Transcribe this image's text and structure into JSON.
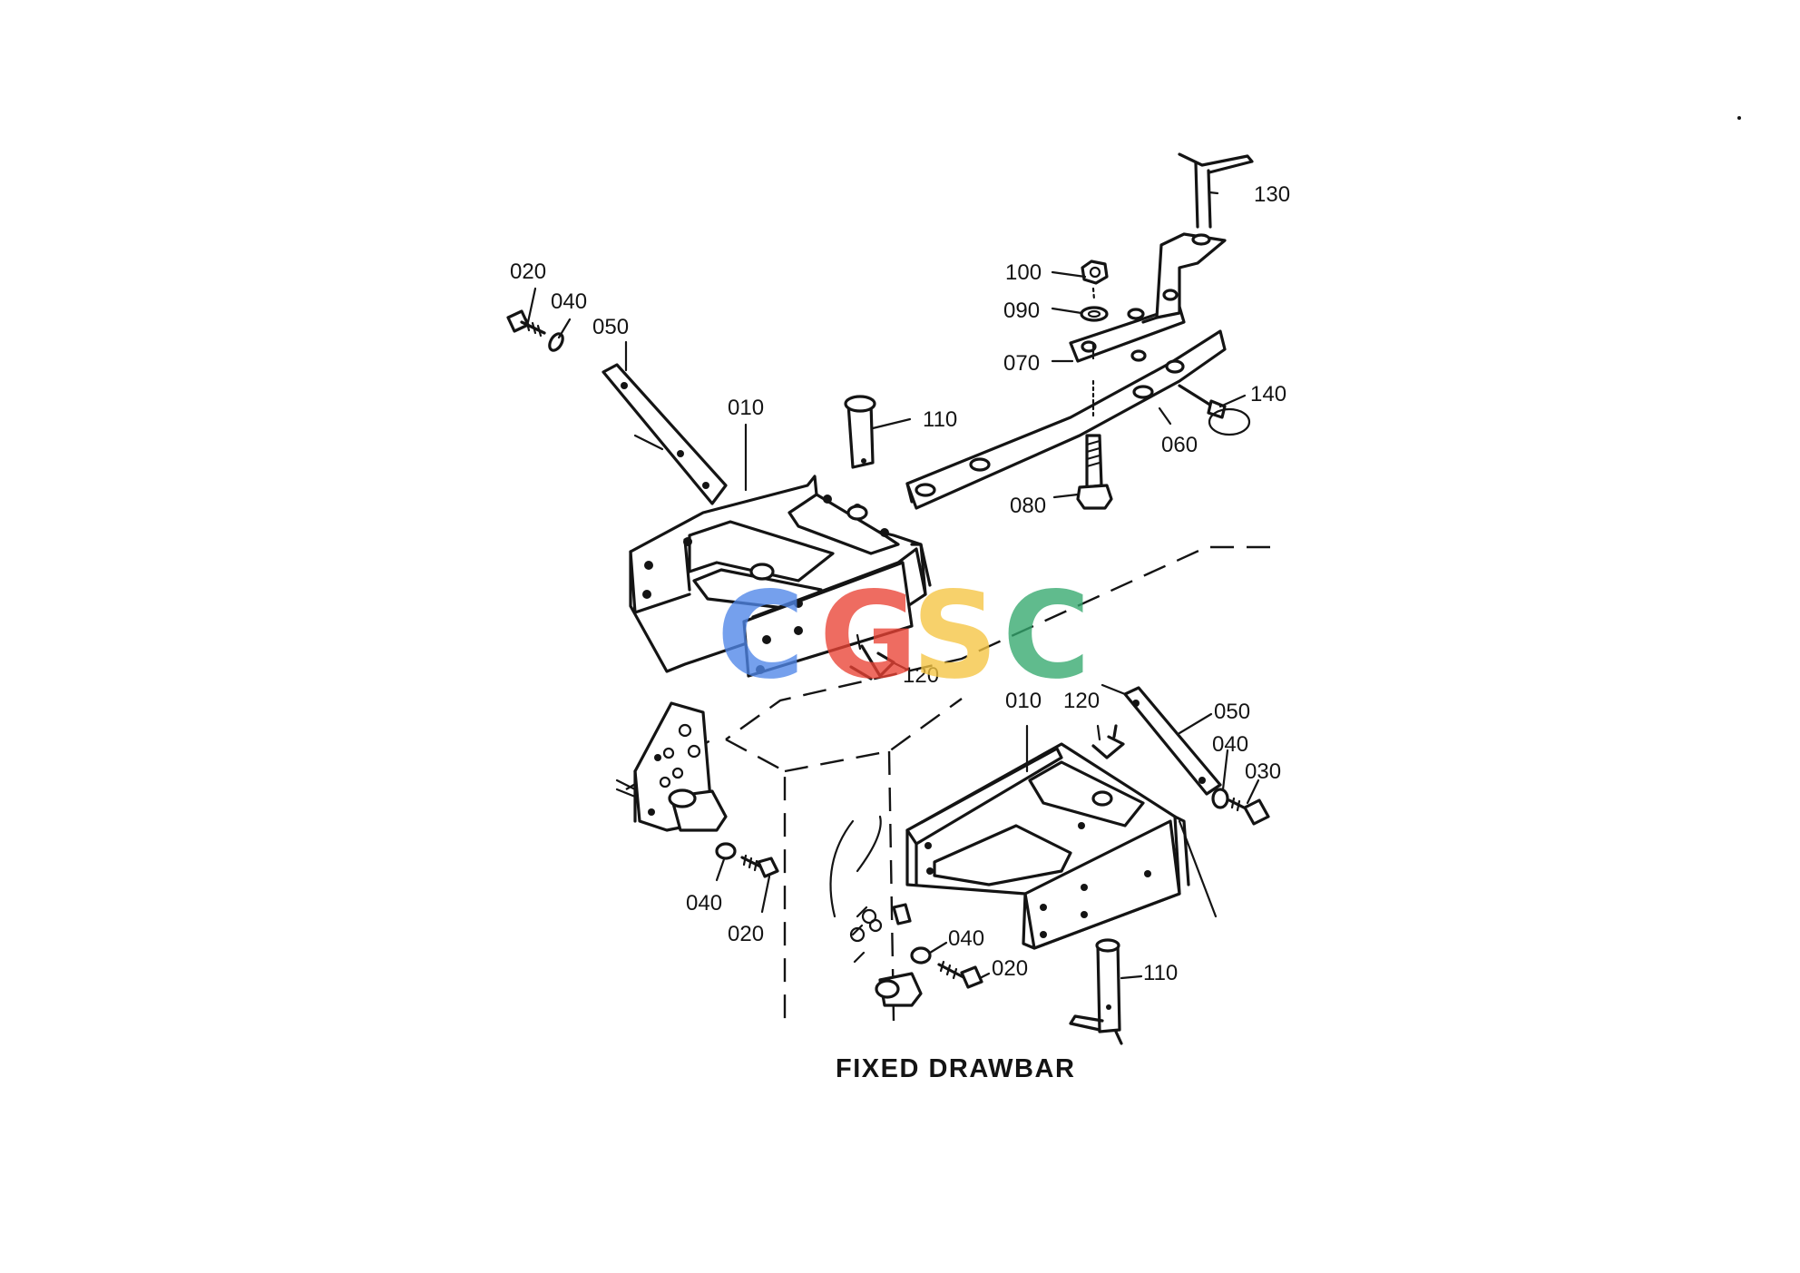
{
  "caption": "FIXED DRAWBAR",
  "watermark": {
    "letters": [
      "C",
      "G",
      "S",
      "C"
    ],
    "colors": [
      "#4f86e8",
      "#ea4335",
      "#f6c542",
      "#34a86e"
    ]
  },
  "callouts": {
    "top_020": "020",
    "top_040": "040",
    "top_050": "050",
    "top_010": "010",
    "top_110": "110",
    "top_100": "100",
    "top_090": "090",
    "top_070": "070",
    "top_130": "130",
    "top_140": "140",
    "top_060": "060",
    "top_080": "080",
    "mid_120": "120",
    "right_010": "010",
    "right_120": "120",
    "right_050": "050",
    "right_040": "040",
    "right_030": "030",
    "left_040": "040",
    "left_020": "020",
    "low_040": "040",
    "low_020": "020",
    "low_110": "110"
  }
}
